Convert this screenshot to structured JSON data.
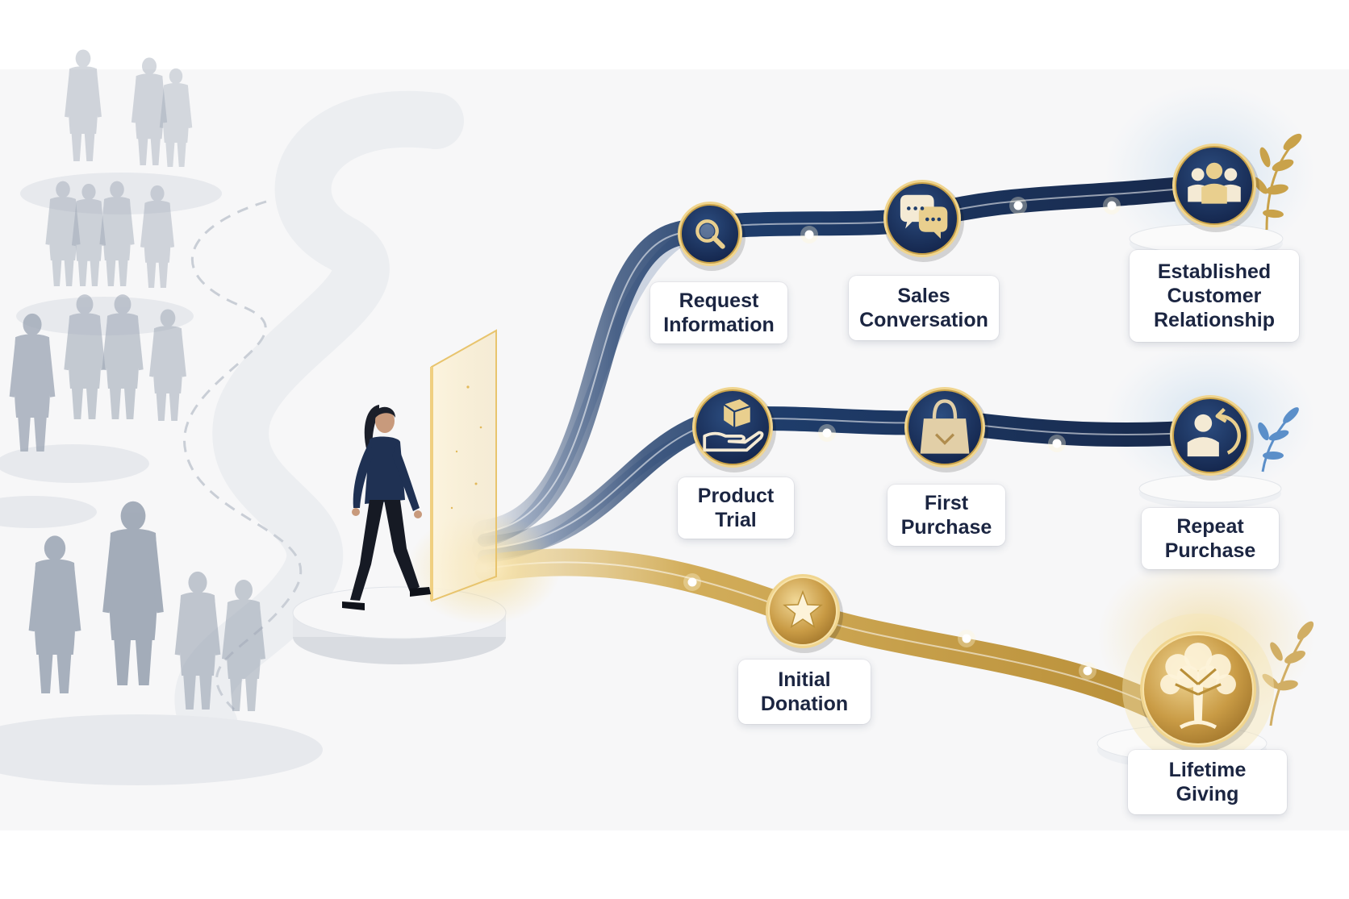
{
  "diagram": {
    "colors": {
      "navy": "#1f3d6b",
      "navy_dark": "#17284a",
      "gold": "#c9a24a",
      "gold_light": "#e9cf8e",
      "label_text": "#1b2541",
      "crowd": "#9aa4b3"
    },
    "start": {
      "figure": "walking-businesswoman",
      "doorway": "glowing-doorway"
    },
    "paths": [
      {
        "id": "top",
        "style": "navy",
        "stages": [
          {
            "icon": "magnifier-icon",
            "lines": [
              "Request",
              "Information"
            ]
          },
          {
            "icon": "chat-bubbles-icon",
            "lines": [
              "Sales",
              "Conversation"
            ]
          },
          {
            "icon": "people-group-icon",
            "lines": [
              "Established",
              "Customer",
              "Relationship"
            ]
          }
        ]
      },
      {
        "id": "middle",
        "style": "navy",
        "stages": [
          {
            "icon": "hand-box-icon",
            "lines": [
              "Product",
              "Trial"
            ]
          },
          {
            "icon": "shopping-bag-icon",
            "lines": [
              "First",
              "Purchase"
            ]
          },
          {
            "icon": "person-repeat-icon",
            "lines": [
              "Repeat",
              "Purchase"
            ]
          }
        ]
      },
      {
        "id": "bottom",
        "style": "gold",
        "stages": [
          {
            "icon": "star-icon",
            "lines": [
              "Initial",
              "Donation"
            ]
          },
          {
            "icon": "tree-icon",
            "lines": [
              "Lifetime",
              "Giving"
            ]
          }
        ]
      }
    ]
  }
}
